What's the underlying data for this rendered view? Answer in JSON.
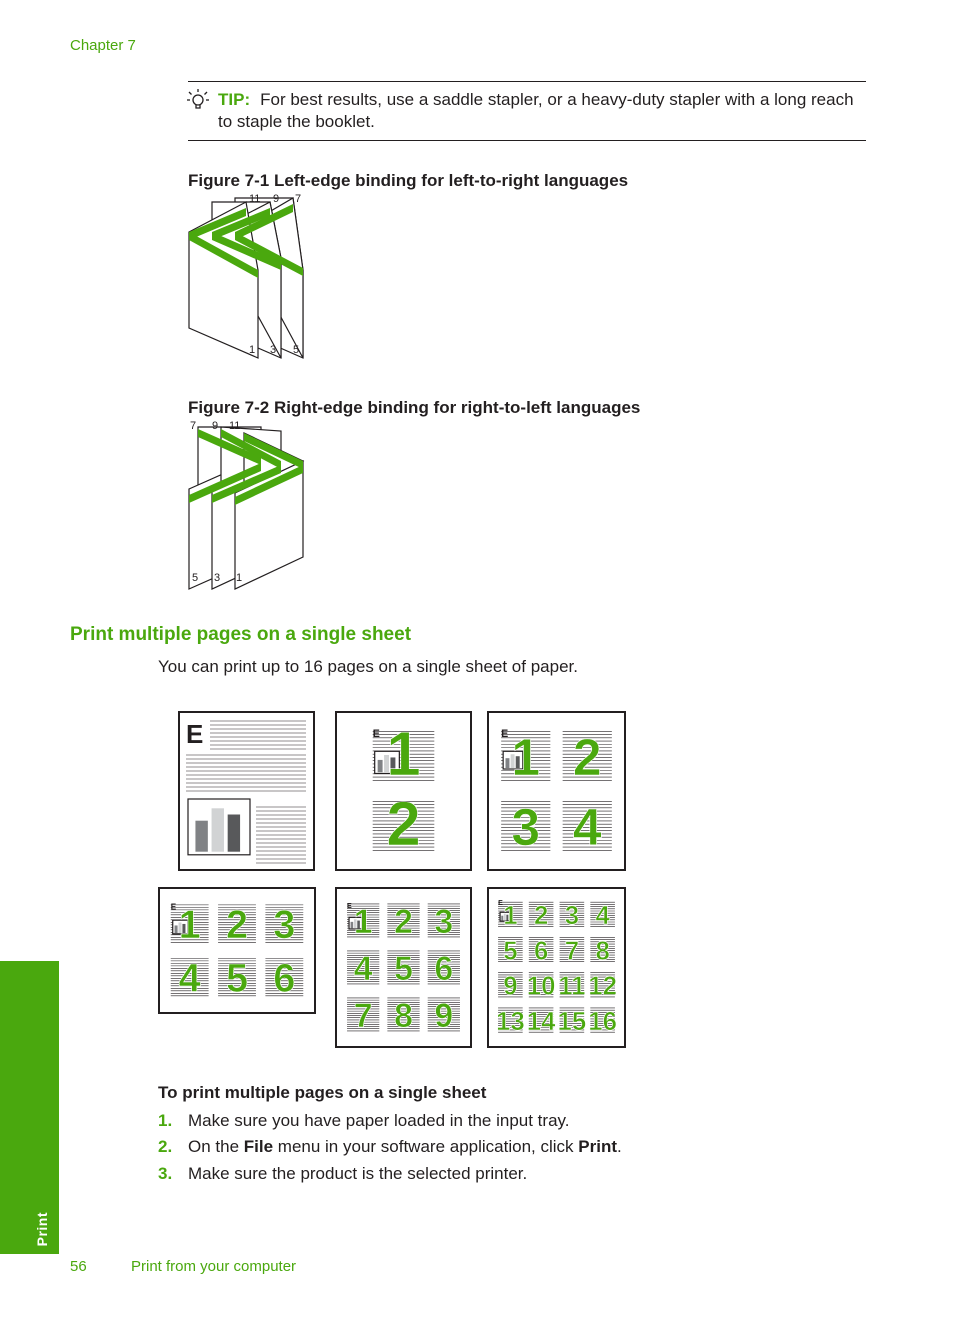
{
  "header": {
    "chapter": "Chapter 7"
  },
  "tip": {
    "label": "TIP:",
    "text": "For best results, use a saddle stapler, or a heavy-duty stapler with a long reach to staple the booklet."
  },
  "figure1": {
    "caption": "Figure 7-1 Left-edge binding for left-to-right languages",
    "top_numbers": [
      "11",
      "9",
      "7"
    ],
    "bottom_numbers": [
      "1",
      "3",
      "5"
    ]
  },
  "figure2": {
    "caption": "Figure 7-2 Right-edge binding for right-to-left languages",
    "top_numbers": [
      "7",
      "9",
      "11"
    ],
    "bottom_numbers": [
      "5",
      "3",
      "1"
    ]
  },
  "section": {
    "title": "Print multiple pages on a single sheet",
    "intro": "You can print up to 16 pages on a single sheet of paper."
  },
  "illustration": {
    "sheet_letter": "E",
    "layouts": [
      1,
      2,
      4,
      6,
      9,
      16
    ]
  },
  "procedure": {
    "title": "To print multiple pages on a single sheet",
    "steps": [
      {
        "num": "1.",
        "text": "Make sure you have paper loaded in the input tray."
      },
      {
        "num": "2.",
        "pre": "On the ",
        "bold1": "File",
        "mid": " menu in your software application, click ",
        "bold2": "Print",
        "post": "."
      },
      {
        "num": "3.",
        "text": "Make sure the product is the selected printer."
      }
    ]
  },
  "side_tab": {
    "label": "Print"
  },
  "footer": {
    "page_number": "56",
    "section": "Print from your computer"
  },
  "colors": {
    "accent": "#4aa80e",
    "text": "#231f20"
  }
}
